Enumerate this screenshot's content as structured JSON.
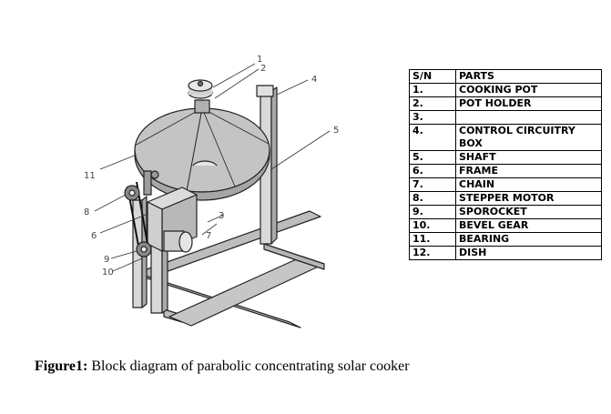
{
  "table": {
    "headers": [
      "S/N",
      "PARTS"
    ],
    "rows": [
      {
        "sn": "1.",
        "part": "COOKING POT"
      },
      {
        "sn": "2.",
        "part": "POT HOLDER"
      },
      {
        "sn": "3.",
        "part": ""
      },
      {
        "sn": "4.",
        "part": "CONTROL CIRCUITRY BOX"
      },
      {
        "sn": "5.",
        "part": "SHAFT"
      },
      {
        "sn": "6.",
        "part": "FRAME"
      },
      {
        "sn": "7.",
        "part": "CHAIN"
      },
      {
        "sn": "8.",
        "part": "STEPPER MOTOR"
      },
      {
        "sn": "9.",
        "part": "SPOROCKET"
      },
      {
        "sn": "10.",
        "part": "BEVEL GEAR"
      },
      {
        "sn": "11.",
        "part": "BEARING"
      },
      {
        "sn": "12.",
        "part": "DISH"
      }
    ]
  },
  "caption": {
    "label": "Figure1:",
    "text": " Block diagram of parabolic concentrating solar cooker"
  },
  "callouts": [
    "1",
    "2",
    "3",
    "4",
    "5",
    "6",
    "7",
    "8",
    "9",
    "10",
    "11"
  ]
}
